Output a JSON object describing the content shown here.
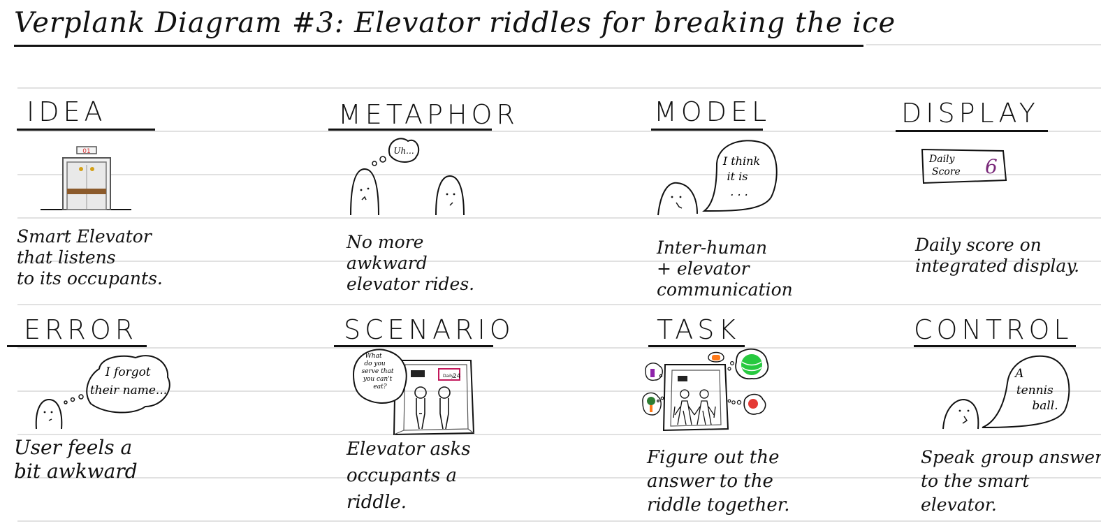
{
  "title": "Verplank Diagram #3:  Elevator riddles for breaking the ice",
  "cells": {
    "idea": {
      "heading": "IDEA",
      "caption": "Smart Elevator\nthat listens\n to its occupants.",
      "elevator_display": "01",
      "icon": "elevator-icon"
    },
    "metaphor": {
      "heading": "METAPHOR",
      "caption": "No more\n awkward\nelevator rides.",
      "bubble": "Uh...",
      "icon": "two-people-icon"
    },
    "model": {
      "heading": "MODEL",
      "caption": "Inter-human\n + elevator\ncommunication",
      "bubble": "I think\nit is\n...",
      "icon": "person-speaking-icon"
    },
    "display": {
      "heading": "DISPLAY",
      "caption": "Daily score on\nintegrated display.",
      "panel_label": "Daily\nScore",
      "panel_value": "6",
      "value_color": "#7a2a7a",
      "icon": "score-display-icon"
    },
    "error": {
      "heading": "ERROR",
      "caption": "User feels a\n bit awkward",
      "bubble": "I forgot\ntheir name...",
      "icon": "thinking-person-icon"
    },
    "scenario": {
      "heading": "SCENARIO",
      "caption": "Elevator asks\noccupants a\nriddle.",
      "bubble": "What\ndo you\nserve that\nyou can't\neat?",
      "screen_label": "Daily\nScore",
      "screen_value": "24",
      "screen_color": "#c2185b",
      "icon": "elevator-riddle-icon"
    },
    "task": {
      "heading": "TASK",
      "caption": "Figure out the\nanswer to the\nriddle together.",
      "thought_colors": [
        "#27c93f",
        "#e53935",
        "#ff7a1a",
        "#8e24aa",
        "#2e7d32"
      ],
      "icon": "group-thinking-icon"
    },
    "control": {
      "heading": "CONTROL",
      "caption": "Speak group answer\nto the smart\n    elevator.",
      "bubble": "A\ntennis\nball.",
      "icon": "person-answering-icon"
    }
  }
}
